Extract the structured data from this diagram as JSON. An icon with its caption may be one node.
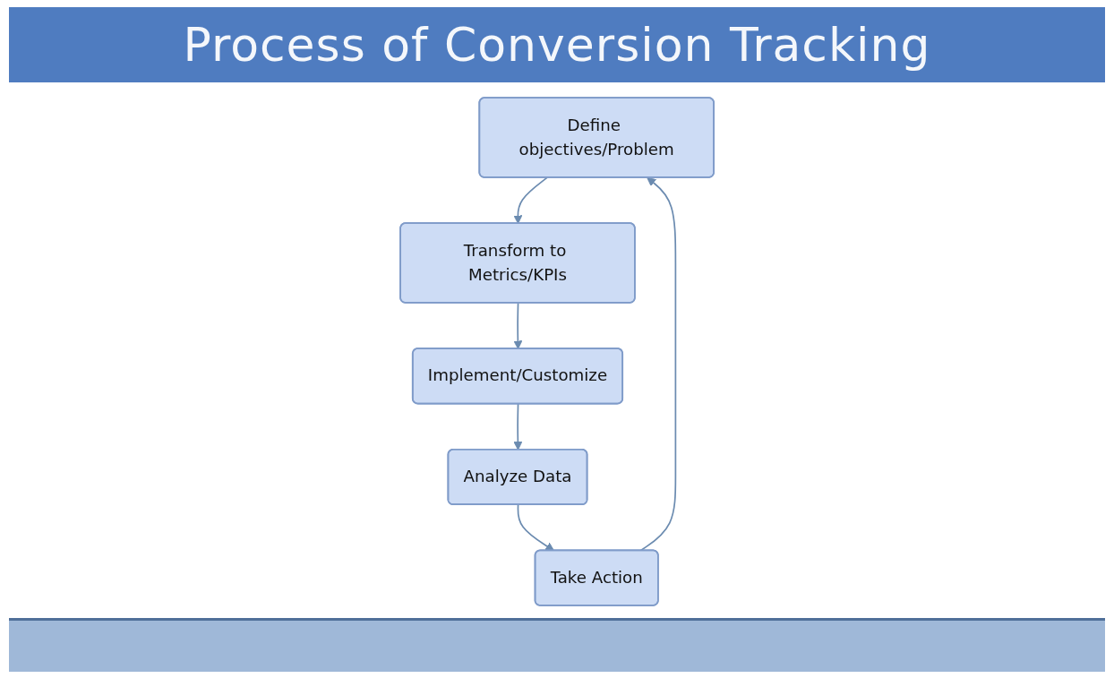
{
  "diagram": {
    "title": "Process of Conversion Tracking",
    "nodes": [
      {
        "text": [
          "Define objectives/Problem"
        ]
      },
      {
        "text": [
          "Transform to Metrics/KPIs"
        ]
      },
      {
        "text": [
          "Implement/Customize"
        ]
      },
      {
        "text": [
          "Analyze Data"
        ]
      },
      {
        "text": [
          "Take Action"
        ]
      }
    ],
    "edges": [
      {
        "from": 0,
        "to": 1,
        "arrow": "to"
      },
      {
        "from": 1,
        "to": 2,
        "arrow": "to"
      },
      {
        "from": 2,
        "to": 3,
        "arrow": "to"
      },
      {
        "from": 3,
        "to": 4,
        "arrow": "to"
      },
      {
        "from": 4,
        "to": 0,
        "arrow": "to"
      }
    ]
  }
}
